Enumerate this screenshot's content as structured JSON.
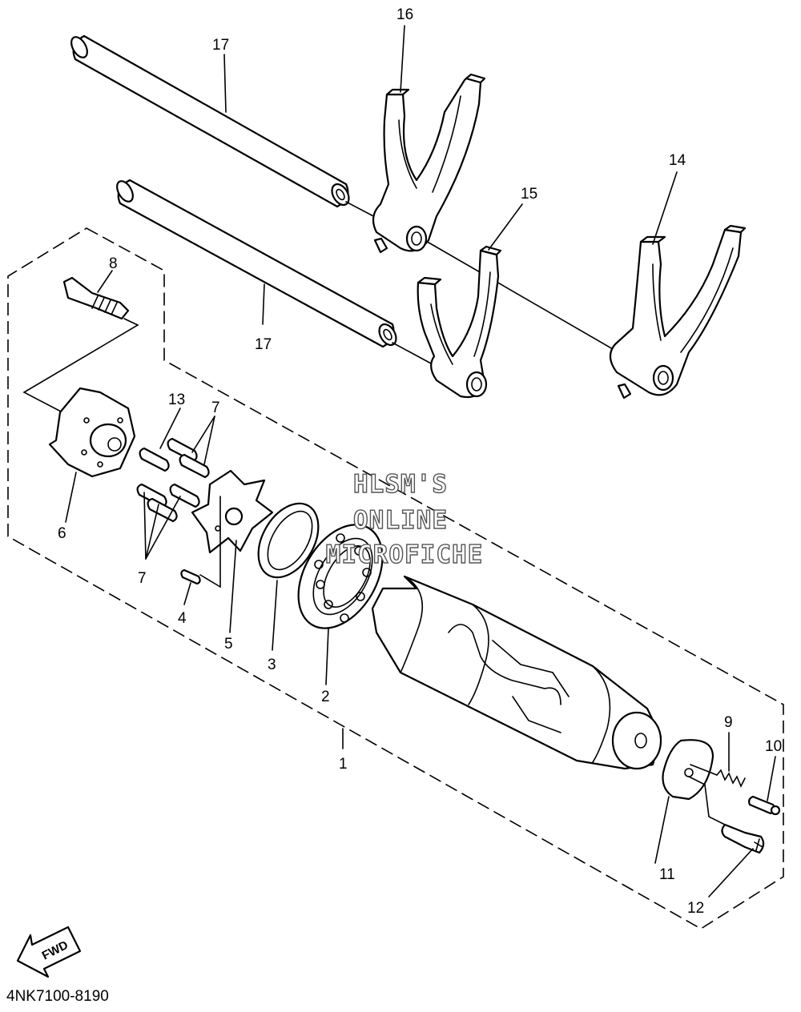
{
  "labels": {
    "p1": "1",
    "p2": "2",
    "p3": "3",
    "p4": "4",
    "p5": "5",
    "p6": "6",
    "p7a": "7",
    "p7b": "7",
    "p8": "8",
    "p9": "9",
    "p10": "10",
    "p11": "11",
    "p12": "12",
    "p13": "13",
    "p14": "14",
    "p15": "15",
    "p16": "16",
    "p17a": "17",
    "p17b": "17"
  },
  "watermark": {
    "line1": "HLSM'S",
    "line2": "ONLINE",
    "line3": "MICROFICHE"
  },
  "fwd_label": "FWD",
  "diagram_code": "4NK7100-8190"
}
